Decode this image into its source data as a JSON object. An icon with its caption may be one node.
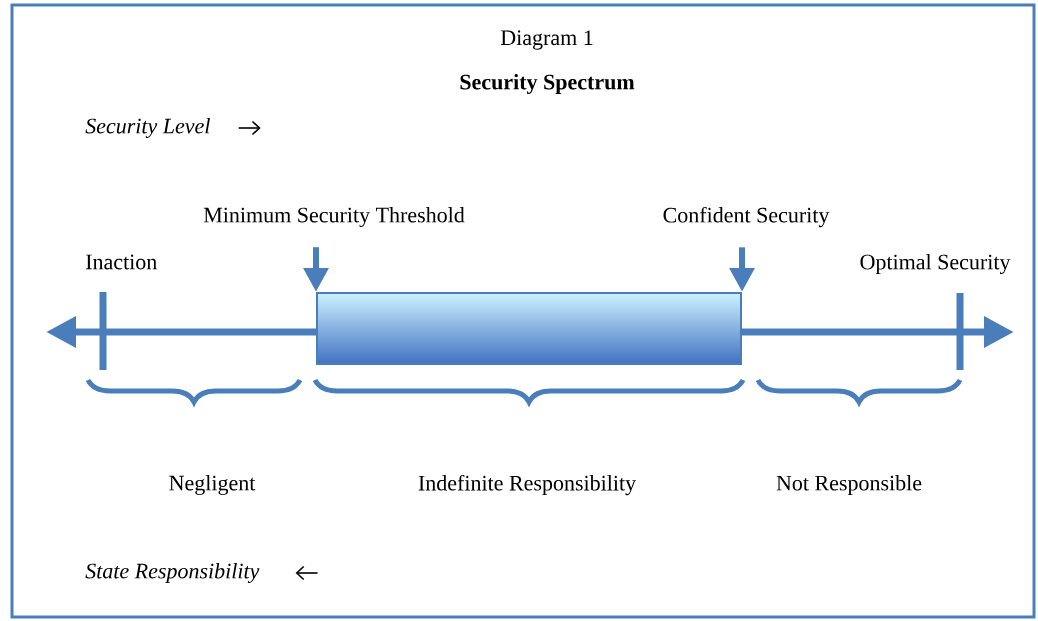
{
  "diagram": {
    "title": "Security Spectrum",
    "nodes": [
      {
        "text": [
          "Minimum Security Threshold"
        ]
      },
      {
        "text": [
          "Confident Security"
        ]
      },
      {
        "text": [],
        "shape": "bar"
      }
    ],
    "edges": [
      {
        "from": 0,
        "to": 2,
        "arrow": "to"
      },
      {
        "from": 1,
        "to": 2,
        "arrow": "to"
      }
    ],
    "labels": [
      "Diagram 1",
      "Security Level",
      "Inaction",
      "Optimal Security",
      "Negligent",
      "Indefinite Responsibility",
      "Not Responsible",
      "State Responsibility"
    ]
  }
}
